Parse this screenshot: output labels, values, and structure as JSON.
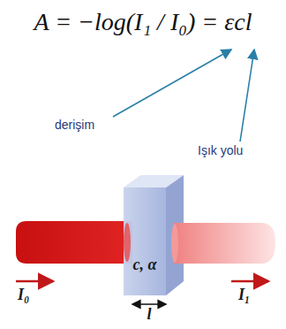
{
  "diagram": {
    "labels": [
      "A = −log(I₁ / I₀) = εcl",
      "derişim",
      "Işık yolu",
      "I₀",
      "c, α",
      "I₁",
      "l"
    ]
  }
}
